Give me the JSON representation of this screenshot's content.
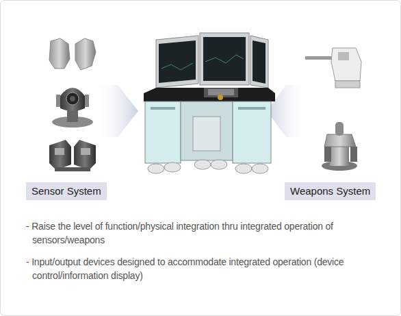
{
  "diagram": {
    "nodes": [
      {
        "text": [
          "Sensor System"
        ]
      },
      {
        "text": [
          "Weapons System"
        ]
      }
    ],
    "labels": [
      "- Raise the level of function/physical integration thru integrated operation of sensors/weapons",
      "- Input/output devices designed to accommodate integrated operation (device control/information display)"
    ]
  }
}
